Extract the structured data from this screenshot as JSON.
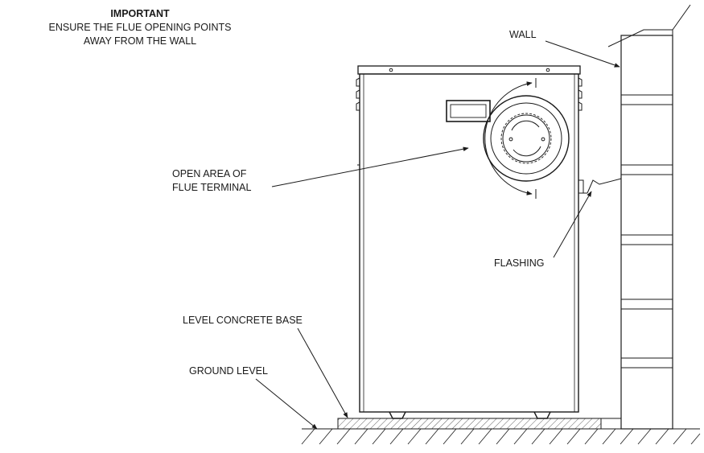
{
  "notice": {
    "heading": "IMPORTANT",
    "line1": "ENSURE THE FLUE OPENING POINTS",
    "line2": "AWAY FROM THE WALL"
  },
  "labels": {
    "wall": "WALL",
    "open_area_line1": "OPEN AREA OF",
    "open_area_line2": "FLUE TERMINAL",
    "flashing": "FLASHING",
    "concrete_base": "LEVEL CONCRETE BASE",
    "ground_level": "GROUND LEVEL"
  }
}
